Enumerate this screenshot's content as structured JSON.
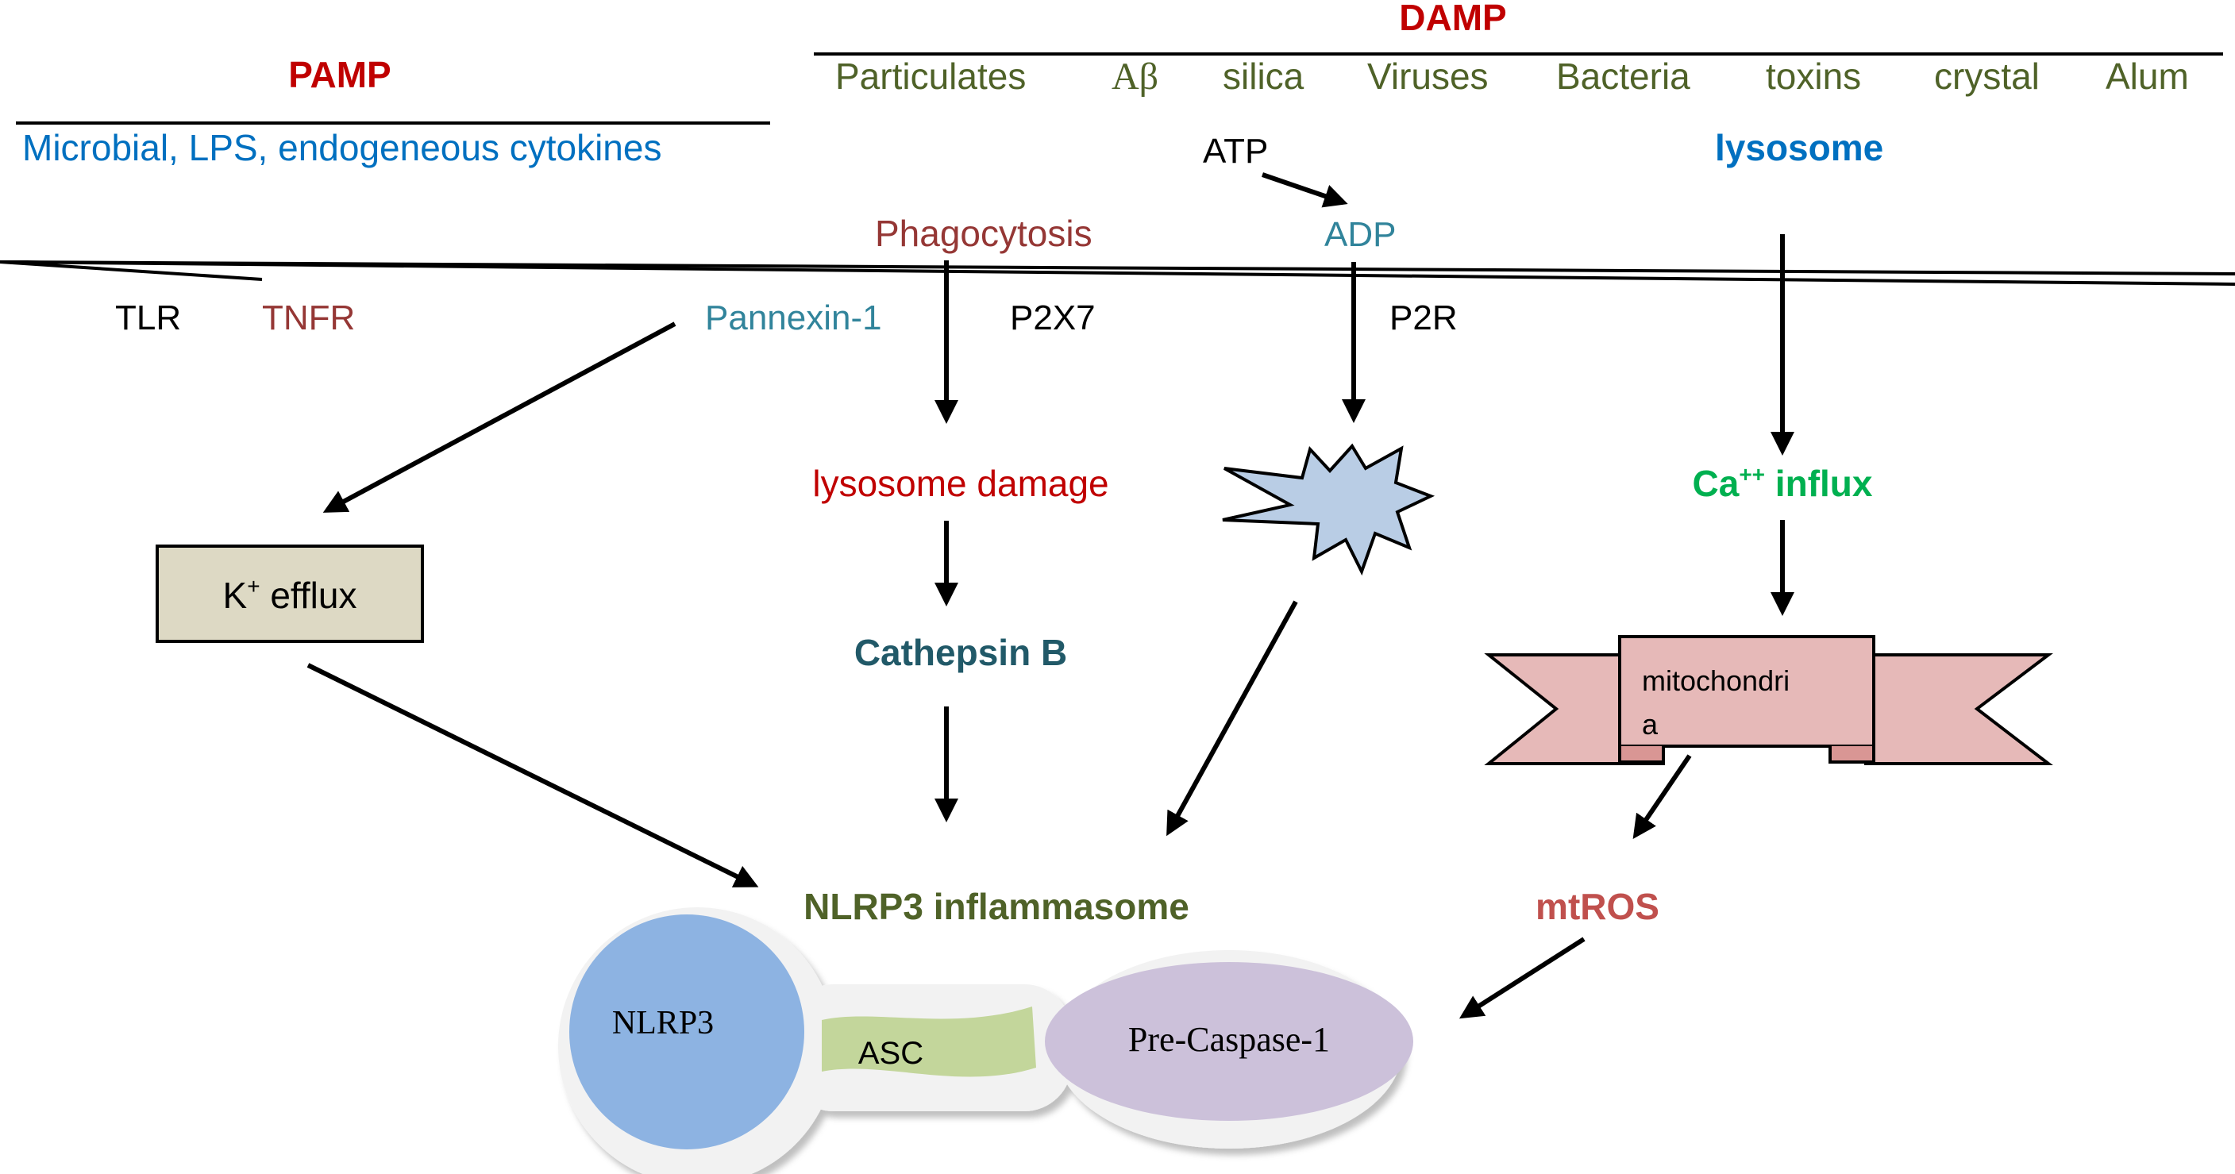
{
  "pamp": {
    "heading": "PAMP",
    "sources": "Microbial, LPS, endogeneous cytokines"
  },
  "damp": {
    "heading": "DAMP",
    "items": [
      "Particulates",
      "Aβ",
      "silica",
      "Viruses",
      "Bacteria",
      "toxins",
      "crystal",
      "Alum"
    ]
  },
  "top": {
    "atp": "ATP",
    "adp": "ADP",
    "lysosome": "lysosome",
    "phagocytosis": "Phagocytosis"
  },
  "receptors": {
    "tlr": "TLR",
    "tnfr": "TNFR",
    "pannexin": "Pannexin-1",
    "p2x7": "P2X7",
    "p2r": "P2R"
  },
  "pathway": {
    "k_efflux_prefix": "K",
    "k_efflux_sup": "+",
    "k_efflux_suffix": " efflux",
    "lysosome_damage": "lysosome damage",
    "cathepsin": "Cathepsin B",
    "ca_prefix": "Ca",
    "ca_sup": "++",
    "ca_suffix": " influx",
    "mitochondria": "mitochondri",
    "mitochondria_wrap": "a",
    "mtros": "mtROS",
    "nlrp3_inflammasome": "NLRP3 inflammasome"
  },
  "complex": {
    "nlrp3": "NLRP3",
    "asc": "ASC",
    "pre_caspase": "Pre-Caspase-1"
  },
  "colors": {
    "red": "#c00000",
    "blue": "#0070c0",
    "olive": "#4f6228",
    "teal": "#31849b",
    "darkred": "#953735",
    "darkteal": "#215968",
    "green": "#00b050",
    "rose": "#c0504d",
    "black": "#000000"
  }
}
